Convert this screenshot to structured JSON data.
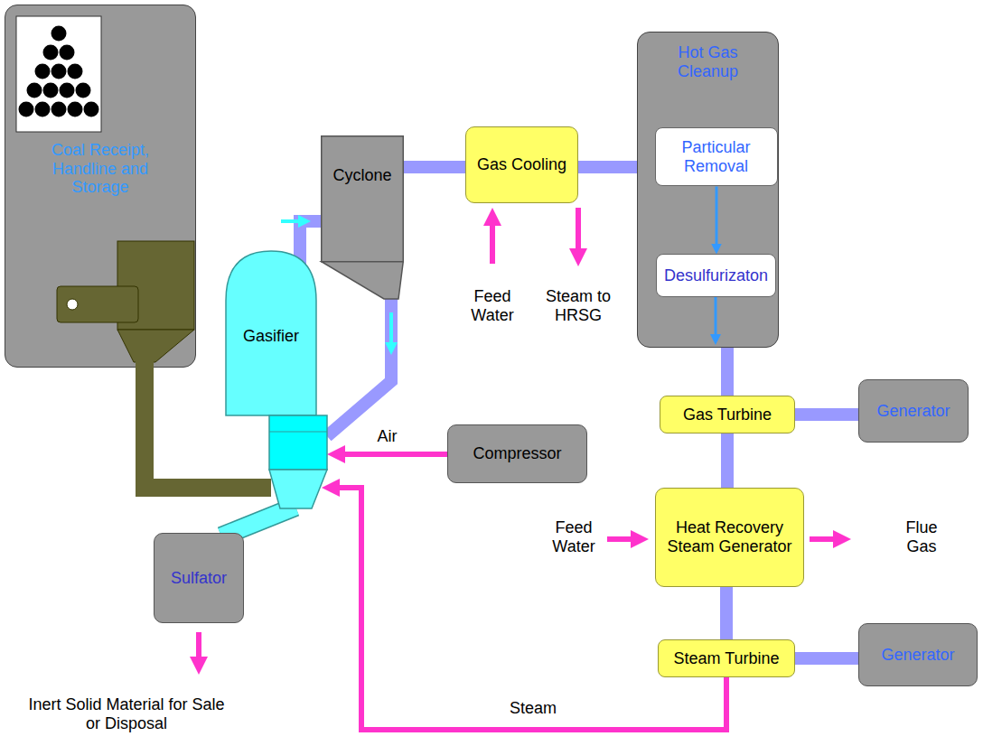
{
  "diagram": {
    "nodes": [
      {
        "text": [
          "Coal Receipt, Handline and Storage"
        ]
      },
      {
        "text": [
          "Gasifier"
        ]
      },
      {
        "text": [
          "Cyclone"
        ]
      },
      {
        "text": [
          "Gas Cooling"
        ]
      },
      {
        "text": [
          "Hot Gas Cleanup"
        ]
      },
      {
        "text": [
          "Particular Removal"
        ],
        "in": 4
      },
      {
        "text": [
          "Desulfurizaton"
        ],
        "in": 4
      },
      {
        "text": [
          "Gas Turbine"
        ]
      },
      {
        "text": [
          "Generator"
        ]
      },
      {
        "text": [
          "Compressor"
        ]
      },
      {
        "text": [
          "Heat Recovery Steam Generator"
        ]
      },
      {
        "text": [
          "Sulfator"
        ]
      },
      {
        "text": [
          "Steam Turbine"
        ]
      },
      {
        "text": [
          "Generator"
        ]
      }
    ],
    "edges": [
      {
        "from": 0,
        "to": 1,
        "arrow": "none"
      },
      {
        "from": 1,
        "to": 2,
        "arrow": "to"
      },
      {
        "from": 2,
        "to": 1,
        "arrow": "to"
      },
      {
        "from": 2,
        "to": 3,
        "arrow": "none"
      },
      {
        "from": 3,
        "to": 4,
        "arrow": "none"
      },
      {
        "from": 5,
        "to": 6,
        "arrow": "to"
      },
      {
        "from": 4,
        "to": 7,
        "arrow": "none"
      },
      {
        "from": 7,
        "to": 8,
        "arrow": "none"
      },
      {
        "from": 7,
        "to": 10,
        "arrow": "none"
      },
      {
        "from": 9,
        "to": 1,
        "label": "Air",
        "arrow": "to"
      },
      {
        "from": 10,
        "to": 12,
        "arrow": "none"
      },
      {
        "from": 12,
        "to": 13,
        "arrow": "none"
      },
      {
        "from": 12,
        "to": 1,
        "label": "Steam",
        "arrow": "to"
      },
      {
        "from": 1,
        "to": 11,
        "arrow": "none"
      }
    ],
    "labels": [
      "Feed Water",
      "Steam to HRSG",
      "Feed Water",
      "Flue Gas",
      "Inert Solid Material for Sale or Disposal"
    ]
  }
}
